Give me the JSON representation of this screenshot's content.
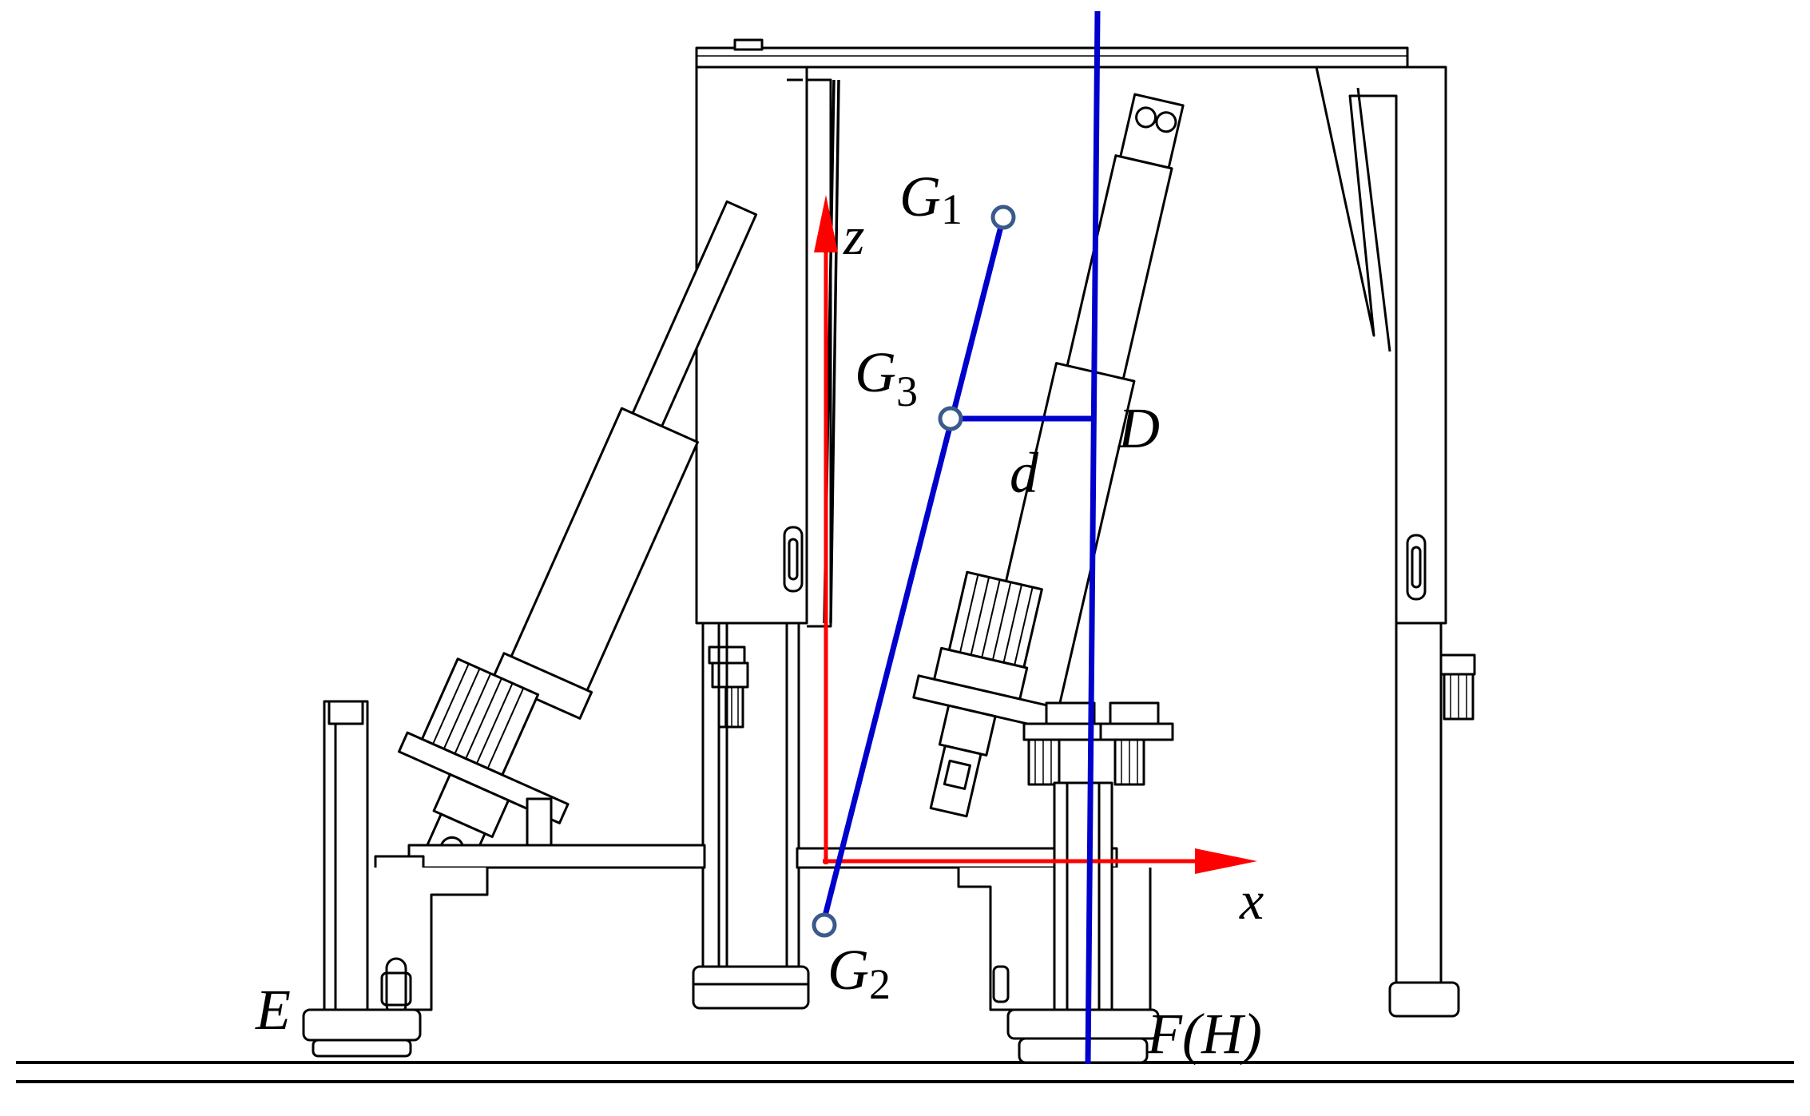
{
  "labels": {
    "z": "z",
    "x": "x",
    "G1_base": "G",
    "G1_sub": "1",
    "G2_base": "G",
    "G2_sub": "2",
    "G3_base": "G",
    "G3_sub": "3",
    "D": "D",
    "d": "d",
    "E": "E",
    "FH": "F(H)"
  },
  "colors": {
    "line": "#000000",
    "axis": "#ff0000",
    "construction": "#0000cc",
    "point_marker": "#3a5a8c",
    "background": "#ffffff"
  }
}
